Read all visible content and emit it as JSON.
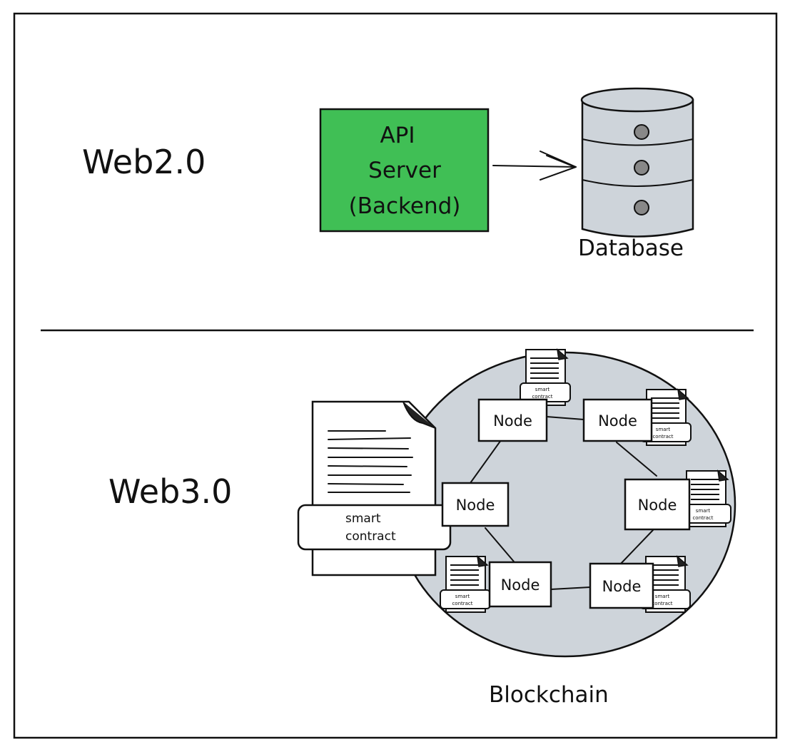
{
  "web2": {
    "section_label": "Web2.0",
    "api_server": [
      "API",
      "Server",
      "(Backend)"
    ],
    "database_label": "Database"
  },
  "web3": {
    "section_label": "Web3.0",
    "node_label": "Node",
    "smart_contract": [
      "smart",
      "contract"
    ],
    "blockchain_label": "Blockchain"
  },
  "colors": {
    "api_server_fill": "#40bf55",
    "database_fill": "#ced4da",
    "blockchain_fill": "#ced4da",
    "ink": "#111111"
  }
}
